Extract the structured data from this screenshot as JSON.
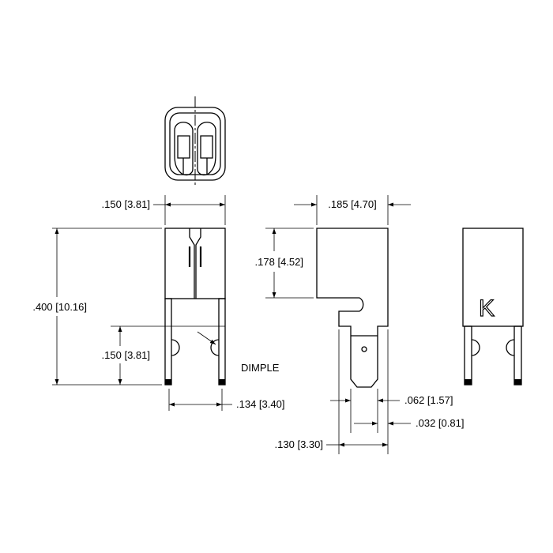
{
  "dimensions": {
    "width_front": ".150 [3.81]",
    "width_side": ".185 [4.70]",
    "height_total": ".400 [10.16]",
    "height_body": ".178 [4.52]",
    "height_pin": ".150 [3.81]",
    "pin_spacing": ".134 [3.40]",
    "tab_width": ".062 [1.57]",
    "tab_thickness": ".032 [0.81]",
    "tab_offset": ".130 [3.30]"
  },
  "labels": {
    "dimple": "DIMPLE",
    "logo": "K"
  }
}
